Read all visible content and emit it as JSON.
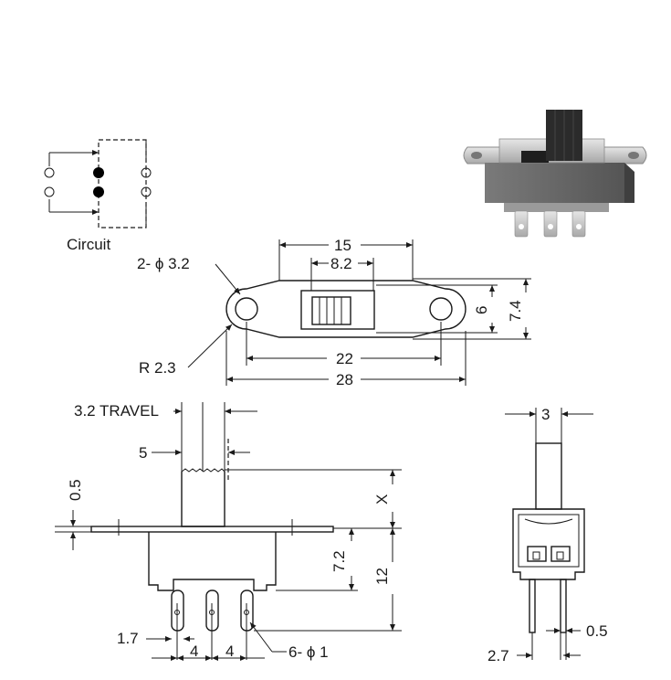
{
  "circuit": {
    "label": "Circuit"
  },
  "top_view": {
    "dim_15": "15",
    "dim_8_2": "8.2",
    "holes": "2- ϕ 3.2",
    "dim_6": "6",
    "dim_7_4": "7.4",
    "radius": "R 2.3",
    "dim_22": "22",
    "dim_28": "28"
  },
  "front_view": {
    "travel": "3.2 TRAVEL",
    "dim_5": "5",
    "dim_0_5": "0.5",
    "dim_x": "X",
    "dim_7_2": "7.2",
    "dim_12": "12",
    "dim_1_7": "1.7",
    "pitch_a": "4",
    "pitch_b": "4",
    "pins": "6- ϕ 1"
  },
  "side_view": {
    "dim_3": "3",
    "dim_0_5": "0.5",
    "dim_2_7": "2.7"
  },
  "colors": {
    "line": "#1a1a1a",
    "photo_body": "#6e6e6e",
    "photo_knob": "#2b2b2b",
    "photo_metal": "#c9c9c9"
  }
}
